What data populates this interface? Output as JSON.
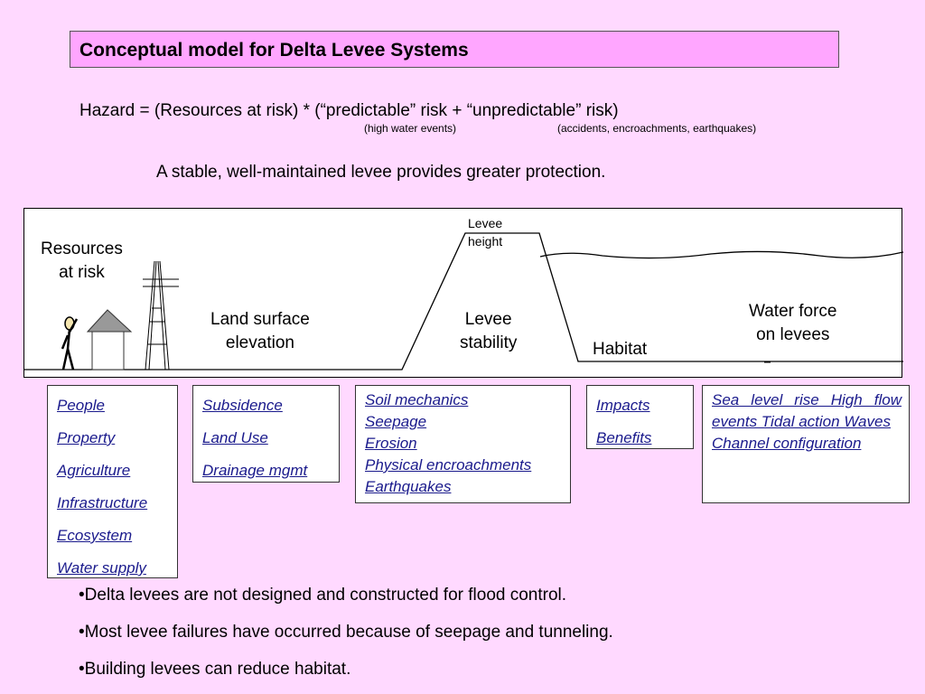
{
  "title": "Conceptual model for Delta Levee Systems",
  "equation": {
    "text": "Hazard = (Resources at risk) * (“predictable” risk + “unpredictable” risk)",
    "note_predictable": "(high water events)",
    "note_unpredictable": "(accidents, encroachments, earthquakes)"
  },
  "tagline": "A stable, well-maintained levee provides greater protection.",
  "diagram": {
    "resources_label": [
      "Resources",
      "at risk"
    ],
    "land_label": [
      "Land surface",
      "elevation"
    ],
    "levee_height_label": [
      "Levee",
      "height"
    ],
    "levee_stability_label": [
      "Levee",
      "stability"
    ],
    "habitat_label": "Habitat",
    "water_label": [
      "Water force",
      "on levees"
    ]
  },
  "boxes": {
    "resources": [
      "People",
      "Property",
      "Agriculture",
      "Infrastructure",
      "Ecosystem",
      "Water supply"
    ],
    "land": [
      "Subsidence",
      "Land Use",
      "Drainage mgmt"
    ],
    "levee": [
      "Soil mechanics",
      "Seepage",
      "Erosion",
      "Physical encroachments",
      "Earthquakes"
    ],
    "habitat": [
      "Impacts",
      "Benefits"
    ],
    "water": [
      "Sea level rise High flow events Tidal action Waves",
      "Channel configuration"
    ]
  },
  "bullets": [
    "•Delta levees are not designed and constructed for flood control.",
    "•Most levee failures have occurred because of seepage and tunneling.",
    "•Building levees can reduce habitat."
  ]
}
